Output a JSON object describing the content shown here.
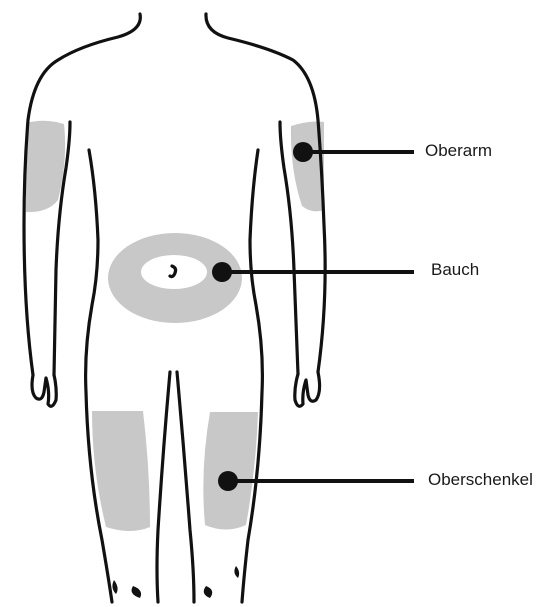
{
  "labels": {
    "upper_arm": "Oberarm",
    "abdomen": "Bauch",
    "thigh": "Oberschenkel"
  },
  "colors": {
    "outline": "#111111",
    "injection_zone": "#c8c8c8",
    "navel_area": "#ffffff",
    "leader": "#111111"
  }
}
